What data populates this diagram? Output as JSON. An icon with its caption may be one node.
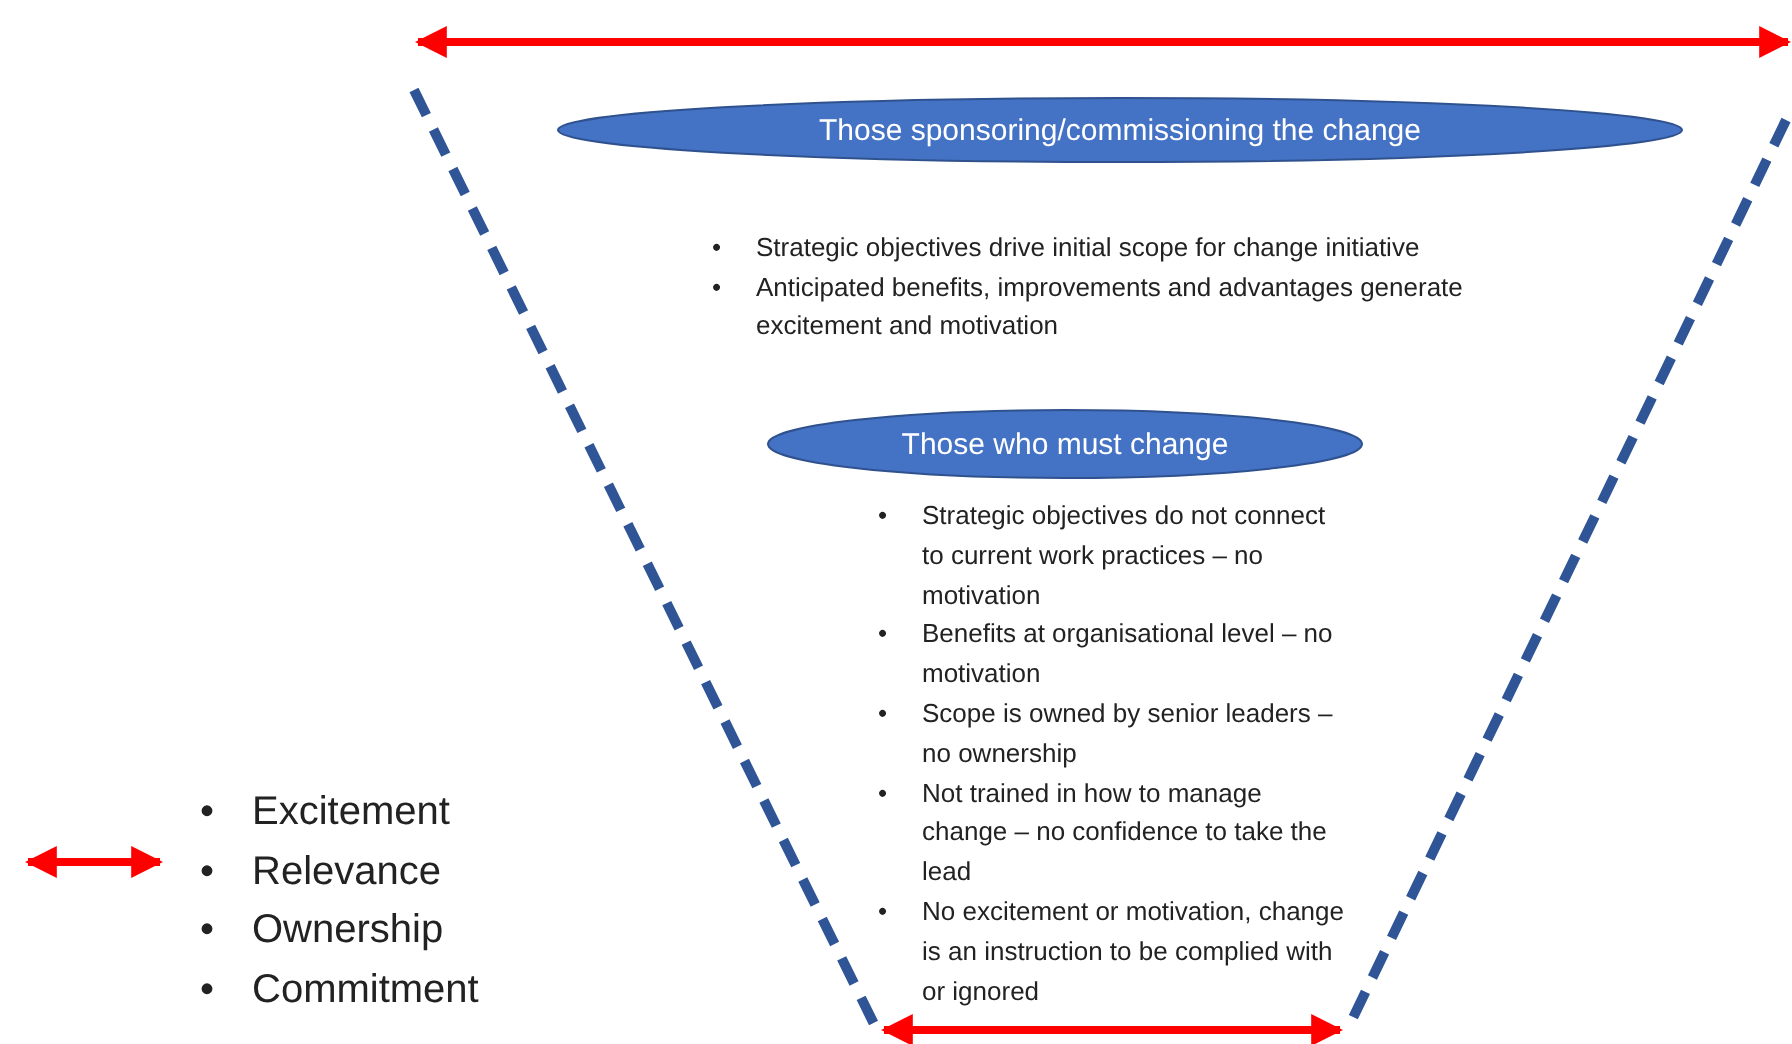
{
  "diagram": {
    "nodes": [
      {
        "text": [
          "Those sponsoring/commissioning the change"
        ]
      },
      {
        "text": [
          "Those who must change"
        ]
      }
    ],
    "labels": [
      "•",
      "Strategic objectives drive initial scope for change initiative",
      "•",
      "Anticipated benefits, improvements and advantages generate excitement and motivation",
      "•",
      "Strategic objectives do not connect to current work practices – no motivation",
      "•",
      "Benefits at organisational level – no motivation",
      "•",
      "Scope is owned by senior leaders – no ownership",
      "•",
      "Not trained in how to manage change – no confidence to take the lead",
      "•",
      "No excitement or motivation, change is an instruction to be complied with or ignored",
      "•",
      "•",
      "•",
      "•"
    ],
    "legend": [
      {
        "text": "Excitement"
      },
      {
        "text": "Relevance"
      },
      {
        "text": "Ownership"
      },
      {
        "text": "Commitment"
      }
    ]
  }
}
